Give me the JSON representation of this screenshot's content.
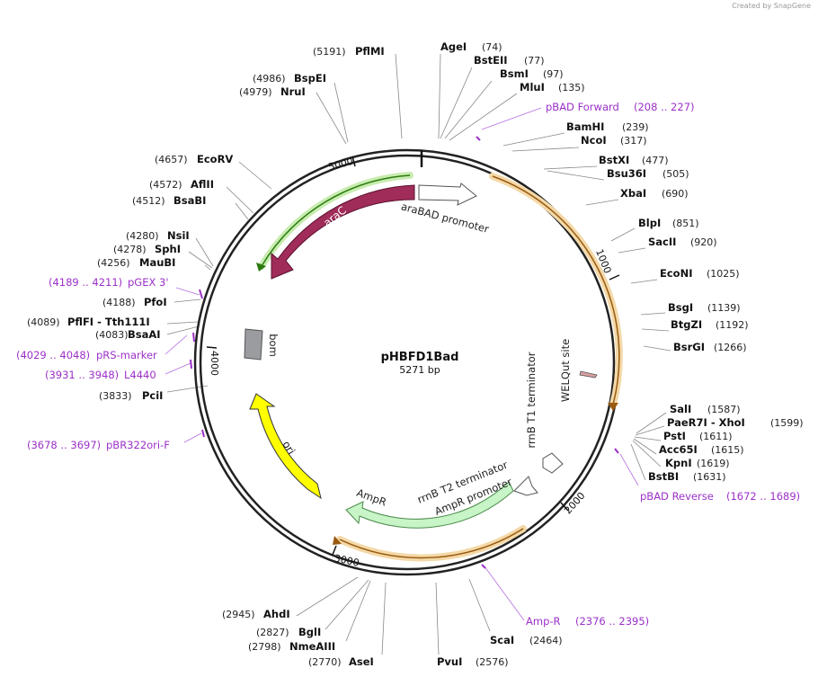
{
  "credit": "Created by SnapGene",
  "plasmid": {
    "name": "pHBFD1Bad",
    "size_label": "5271 bp"
  },
  "ticks": [
    "1000",
    "2000",
    "3000",
    "4000",
    "5000"
  ],
  "features": {
    "araC": "araC",
    "araBAD": "araBAD promoter",
    "bom": "bom",
    "ori": "ori",
    "ampR": "AmpR",
    "ampR_promoter": "AmpR promoter",
    "rrnB_T2": "rrnB T2 terminator",
    "rrnB_T1": "rrnB T1 terminator",
    "welqut": "WELQut site"
  },
  "colors": {
    "backbone": "#222222",
    "araC": "#a02c5a",
    "ori": "#ffff00",
    "ampR": "#c8f5c8",
    "primer": "#9b30c8",
    "orange_track": "#e89a3a",
    "green_track": "#7bc843",
    "bom": "#9a9ca0"
  },
  "sites": [
    {
      "pos": "(5191)",
      "name": "PflMI"
    },
    {
      "pos": "(74)",
      "name": "AgeI"
    },
    {
      "pos": "(77)",
      "name": "BstEII"
    },
    {
      "pos": "(97)",
      "name": "BsmI"
    },
    {
      "pos": "(135)",
      "name": "MluI"
    },
    {
      "pos": "(239)",
      "name": "BamHI"
    },
    {
      "pos": "(317)",
      "name": "NcoI"
    },
    {
      "pos": "(477)",
      "name": "BstXI"
    },
    {
      "pos": "(505)",
      "name": "Bsu36I"
    },
    {
      "pos": "(690)",
      "name": "XbaI"
    },
    {
      "pos": "(851)",
      "name": "BlpI"
    },
    {
      "pos": "(920)",
      "name": "SacII"
    },
    {
      "pos": "(1025)",
      "name": "EcoNI"
    },
    {
      "pos": "(1139)",
      "name": "BsgI"
    },
    {
      "pos": "(1192)",
      "name": "BtgZI"
    },
    {
      "pos": "(1266)",
      "name": "BsrGI"
    },
    {
      "pos": "(1587)",
      "name": "SalI"
    },
    {
      "pos": "(1599)",
      "name": "PaeR7I - XhoI"
    },
    {
      "pos": "(1611)",
      "name": "PstI"
    },
    {
      "pos": "(1615)",
      "name": "Acc65I"
    },
    {
      "pos": "(1619)",
      "name": "KpnI"
    },
    {
      "pos": "(1631)",
      "name": "BstBI"
    },
    {
      "pos": "(2464)",
      "name": "ScaI"
    },
    {
      "pos": "(2576)",
      "name": "PvuI"
    },
    {
      "pos": "(2770)",
      "name": "AseI"
    },
    {
      "pos": "(2798)",
      "name": "NmeAIII"
    },
    {
      "pos": "(2827)",
      "name": "BglI"
    },
    {
      "pos": "(2945)",
      "name": "AhdI"
    },
    {
      "pos": "(3833)",
      "name": "PciI"
    },
    {
      "pos": "(4083)",
      "name": "BsaAI"
    },
    {
      "pos": "(4089)",
      "name": "PflFI - Tth111I"
    },
    {
      "pos": "(4188)",
      "name": "PfoI"
    },
    {
      "pos": "(4256)",
      "name": "MauBI"
    },
    {
      "pos": "(4278)",
      "name": "SphI"
    },
    {
      "pos": "(4280)",
      "name": "NsiI"
    },
    {
      "pos": "(4512)",
      "name": "BsaBI"
    },
    {
      "pos": "(4572)",
      "name": "AflII"
    },
    {
      "pos": "(4657)",
      "name": "EcoRV"
    },
    {
      "pos": "(4979)",
      "name": "NruI"
    },
    {
      "pos": "(4986)",
      "name": "BspEI"
    }
  ],
  "primers": [
    {
      "name": "pBAD Forward",
      "range": "(208 .. 227)"
    },
    {
      "name": "pBAD Reverse",
      "range": "(1672 .. 1689)"
    },
    {
      "name": "Amp-R",
      "range": "(2376 .. 2395)"
    },
    {
      "name": "pBR322ori-F",
      "range": "(3678 .. 3697)"
    },
    {
      "name": "L4440",
      "range": "(3931 .. 3948)"
    },
    {
      "name": "pRS-marker",
      "range": "(4029 .. 4048)"
    },
    {
      "name": "pGEX 3'",
      "range": "(4189 .. 4211)"
    }
  ]
}
